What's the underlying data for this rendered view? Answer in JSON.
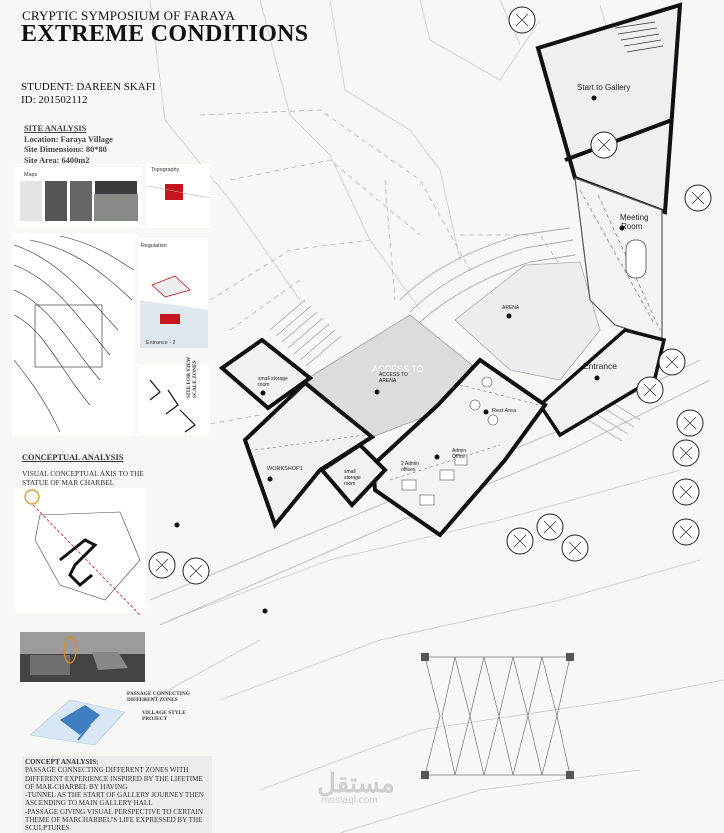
{
  "header": {
    "subtitle": "CRYPTIC SYMPOSIUM OF FARAYA",
    "title": "EXTREME CONDITIONS",
    "student": "STUDENT: DAREEN SKAFI",
    "id": "ID: 201502112"
  },
  "site_analysis": {
    "heading": "SITE ANALYSIS",
    "location": "Location: Faraya Village",
    "dimensions": "Site Dimensions: 80*80",
    "area": "Site Area: 6400m2",
    "topography_label": "Topography",
    "maps_label": "Maps",
    "regulation_label": "Regulation",
    "entrance_label": "Entrance - 2",
    "view_label": "SITE FOR VIEW SCALE ZONES"
  },
  "conceptual": {
    "heading": "CONCEPTUAL ANALYSIS",
    "axis_text": "VISUAL CONCEPTUAL AXIS TO THE STATUE OF MAR CHARBEL",
    "passage_label": "PASSAGE CONNECTING DIFFERENT ZONES",
    "village_label": "VILLAGE STYLE PROJECT"
  },
  "concept_analysis": {
    "heading": "CONCEPT ANALYSIS:",
    "line1": "PASSAGE CONNECTING DIFFERENT ZONES WITH DIFFERENT EXPERIENCE INSPIRED BY THE LIFETIME OF MAR-CHARBEL BY HAVING",
    "line2": "-TUNNEL AS THE START OF GALLERY JOURNEY THEN ASCENDING TO MAIN GALLERY HALL",
    "line3": "-PASSAGE GIVING VISUAL PERSPECTIVE TO CERTAIN THEME OF MARCHARBEU'S LIFE EXPRESSED BY THE SCULPTURES"
  },
  "plan": {
    "start_gallery": "Start to Gallery",
    "meeting": "Meeting",
    "room": "Room",
    "entrance": "Entrance",
    "arena": "ARENA",
    "access_arena": "ACCESS TO ARENA",
    "access_watermark": "ACCESS TO",
    "rest_area": "Rest Area",
    "admin_office": "Admin Office",
    "adm_offices": "2 Admin offices",
    "small_storage_1": "small storage room",
    "small_storage_2": "small storage room",
    "workshop": "WORKSHOP1"
  },
  "watermark": {
    "arabic": "مستقل",
    "latin": "mostaql.com"
  }
}
